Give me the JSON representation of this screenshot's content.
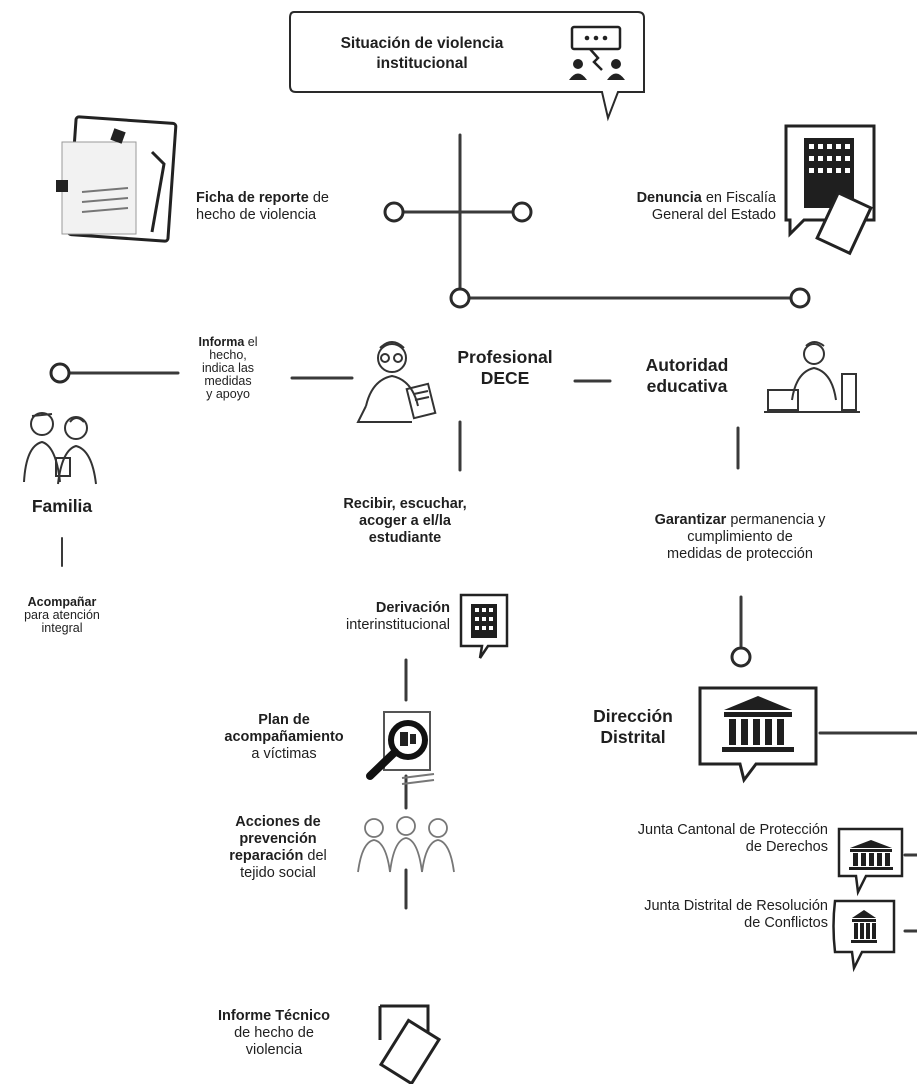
{
  "title": {
    "line1": "Situación de violencia",
    "line2": "institucional"
  },
  "ficha": {
    "bold": "Ficha de reporte",
    "rest": " de",
    "line2": "hecho de violencia"
  },
  "denuncia": {
    "bold": "Denuncia",
    "rest": " en Fiscalía",
    "line2": "General del Estado"
  },
  "informa": {
    "bold": "Informa",
    "rest": " el",
    "line2": "hecho,",
    "line3": "indica las",
    "line4": "medidas",
    "line5": "y apoyo"
  },
  "profesional": {
    "line1": "Profesional",
    "line2": "DECE"
  },
  "autoridad": {
    "line1": "Autoridad",
    "line2": "educativa"
  },
  "familia": {
    "label": "Familia"
  },
  "acompanar": {
    "bold": "Acompañar",
    "line2": "para atención",
    "line3": "integral"
  },
  "recibir": {
    "line1": "Recibir, escuchar,",
    "line2": "acoger a el/la",
    "line3": "estudiante"
  },
  "garantizar": {
    "bold": "Garantizar",
    "rest": "  permanencia y",
    "line2": "cumplimiento de",
    "line3": "medidas de protección"
  },
  "derivacion": {
    "bold": "Derivación",
    "line2": "interinstitucional"
  },
  "plan": {
    "line1": "Plan de",
    "line2": "acompañamiento",
    "line3": "a víctimas"
  },
  "direccion": {
    "line1": "Dirección",
    "line2": "Distrital"
  },
  "acciones": {
    "bold1": "Acciones de",
    "bold2": "prevención",
    "bold3": "reparación",
    "rest3": " del",
    "line4": "tejido social"
  },
  "junta_cantonal": {
    "line1": "Junta Cantonal de Protección",
    "line2": "de Derechos"
  },
  "junta_distrital": {
    "line1": "Junta Distrital de Resolución",
    "line2": "de Conflictos"
  },
  "informe": {
    "bold1": "Informe Técnico",
    "line2": "de hecho de",
    "line3": "violencia"
  },
  "colors": {
    "ink": "#1f1f1f",
    "line": "#3a3a3a",
    "background": "#ffffff"
  }
}
